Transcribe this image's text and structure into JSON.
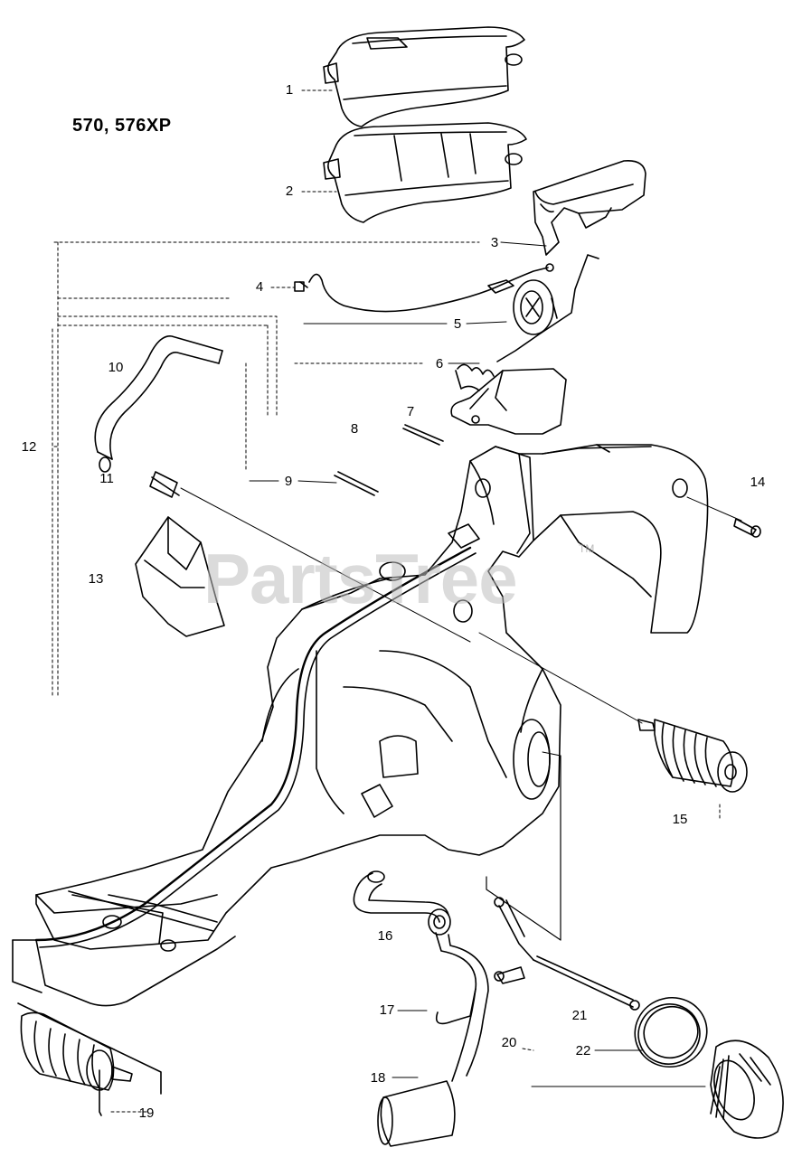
{
  "title": "570, 576XP",
  "watermark": "PartsTree",
  "watermark_tm": "TM",
  "callouts": [
    "1",
    "2",
    "3",
    "4",
    "5",
    "6",
    "7",
    "8",
    "9",
    "10",
    "11",
    "12",
    "13",
    "14",
    "15",
    "16",
    "17",
    "18",
    "19",
    "20",
    "21",
    "22"
  ],
  "colors": {
    "ink": "#000000",
    "paper": "#ffffff",
    "watermark": "#bebebe"
  }
}
